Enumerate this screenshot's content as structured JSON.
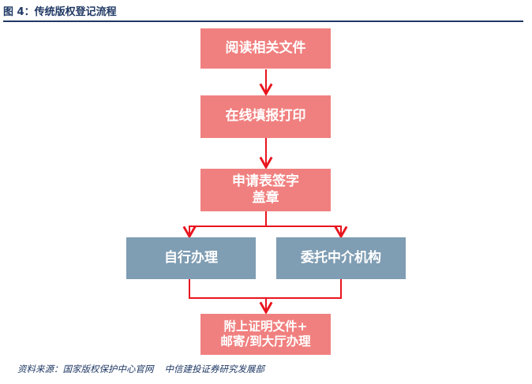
{
  "figure_title": "图 4：传统版权登记流程",
  "steps": [
    {
      "lines": [
        "阅读相关文件"
      ]
    },
    {
      "lines": [
        "在线填报打印"
      ]
    },
    {
      "lines": [
        "申请表签字",
        "盖章"
      ]
    },
    {
      "lines": [
        "自行办理"
      ]
    },
    {
      "lines": [
        "委托中介机构"
      ]
    },
    {
      "lines": [
        "附上证明文件+",
        "邮寄/到大厅办理"
      ]
    }
  ],
  "source": "资料来源：国家版权保护中心官网",
  "source_org": "中信建投证券研究发展部",
  "colors": {
    "step_fill": "#f0807f",
    "branch_fill": "#7f9db3",
    "connector": "#e8141e",
    "title_rule": "#1f3864"
  }
}
